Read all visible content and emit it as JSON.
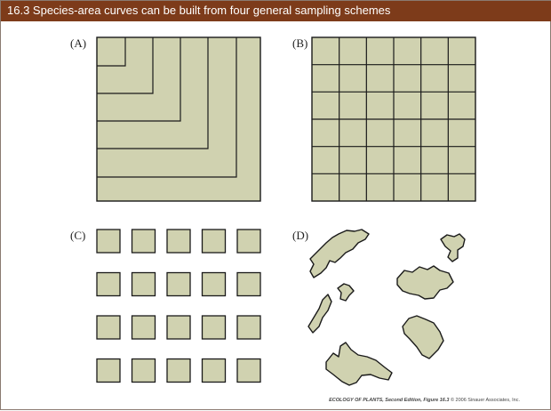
{
  "title": "16.3 Species-area curves can be built from four general sampling schemes",
  "panels": {
    "a": {
      "label": "(A)"
    },
    "b": {
      "label": "(B)"
    },
    "c": {
      "label": "(C)"
    },
    "d": {
      "label": "(D)"
    }
  },
  "caption": {
    "source": "ECOLOGY OF PLANTS, Second Edition, Figure 16.3",
    "copyright": "© 2006 Sinauer Associates, Inc."
  },
  "colors": {
    "fill": "#d0d2b0",
    "stroke": "#1a1a1a",
    "title_bg": "#7d3b1a",
    "title_text": "#ffffff"
  }
}
